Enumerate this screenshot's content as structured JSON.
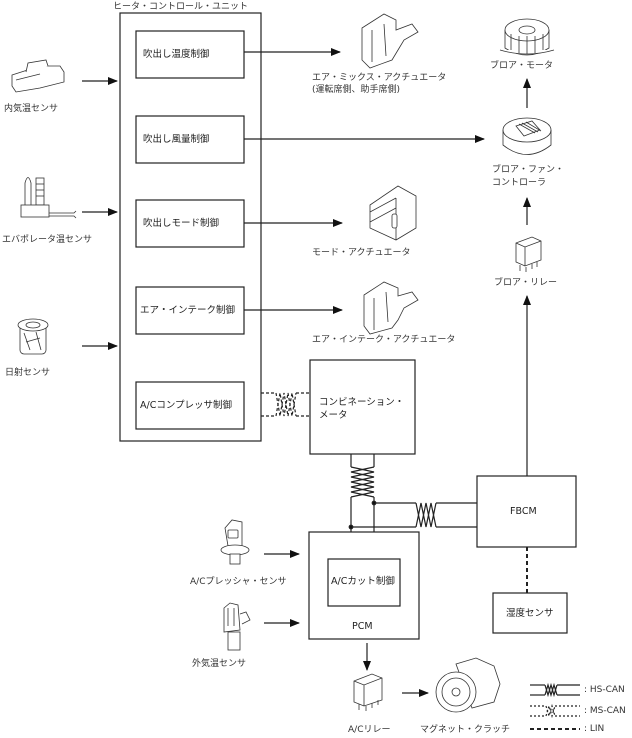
{
  "diagram": {
    "title": "ヒータ・コントロール・ユニット",
    "control_unit_blocks": [
      {
        "id": "temp",
        "label": "吹出し温度制御"
      },
      {
        "id": "volume",
        "label": "吹出し風量制御"
      },
      {
        "id": "mode",
        "label": "吹出しモード制御"
      },
      {
        "id": "intake",
        "label": "エア・インテーク制御"
      },
      {
        "id": "compressor",
        "label": "A/Cコンプレッサ制御"
      }
    ],
    "input_sensors": [
      {
        "label": "内気温センサ",
        "icon": "cabin-temperature-sensor-icon"
      },
      {
        "label": "エバポレータ温センサ",
        "icon": "evaporator-temperature-sensor-icon"
      },
      {
        "label": "日射センサ",
        "icon": "solar-sensor-icon"
      }
    ],
    "actuators": [
      {
        "label": "エア・ミックス・アクチュエータ",
        "sublabel": "(運転席側、助手席側)",
        "icon": "air-mix-actuator-icon"
      },
      {
        "label": "モード・アクチュエータ",
        "icon": "mode-actuator-icon"
      },
      {
        "label": "エア・インテーク・アクチュエータ",
        "icon": "air-intake-actuator-icon"
      }
    ],
    "blower": {
      "motor_label": "ブロア・モータ",
      "controller_label_line1": "ブロア・ファン・",
      "controller_label_line2": "コントローラ",
      "relay_label": "ブロア・リレー"
    },
    "combination_meter": {
      "line1": "コンビネーション・",
      "line2": "メータ"
    },
    "fbcm": {
      "label": "FBCM"
    },
    "humidity_sensor": {
      "label": "湿度センサ"
    },
    "pcm": {
      "label": "PCM",
      "inner_label": "A/Cカット制御"
    },
    "pcm_inputs": [
      {
        "label": "A/Cプレッシャ・センサ",
        "icon": "ac-pressure-sensor-icon"
      },
      {
        "label": "外気温センサ",
        "icon": "ambient-temperature-sensor-icon"
      }
    ],
    "ac_relay": {
      "label": "A/Cリレー"
    },
    "magnet_clutch": {
      "label": "マグネット・クラッチ"
    },
    "legend": [
      {
        "style": "solid-twisted",
        "label": ": HS-CAN"
      },
      {
        "style": "dashed-twisted",
        "label": ": MS-CAN"
      },
      {
        "style": "dashed",
        "label": ": LIN"
      }
    ],
    "colors": {
      "line": "#222222",
      "background": "#ffffff",
      "text": "#333333"
    }
  }
}
